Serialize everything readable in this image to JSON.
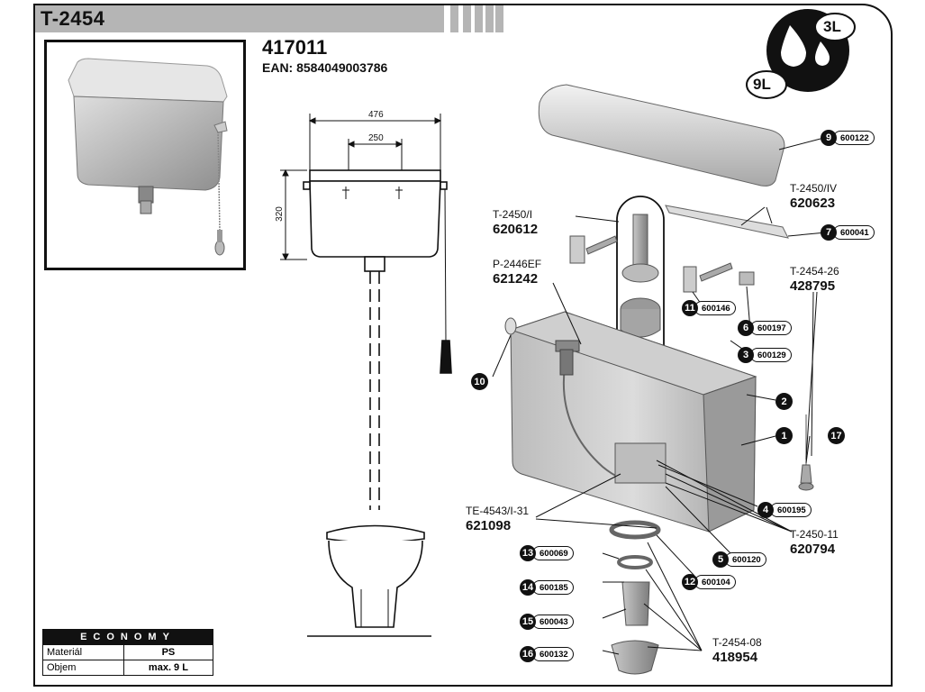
{
  "header": {
    "title": "T-2454"
  },
  "product": {
    "code": "417011",
    "ean": "EAN: 8584049003786"
  },
  "dimensions": {
    "width": "476",
    "spacing": "250",
    "height": "320"
  },
  "badges": {
    "small": "3L",
    "large": "9L"
  },
  "sets": [
    {
      "id": "t2450i",
      "name": "T-2450/I",
      "code": "620612"
    },
    {
      "id": "p2446ef",
      "name": "P-2446EF",
      "code": "621242"
    },
    {
      "id": "t2450iv",
      "name": "T-2450/IV",
      "code": "620623"
    },
    {
      "id": "t245426",
      "name": "T-2454-26",
      "code": "428795"
    },
    {
      "id": "te4543",
      "name": "TE-4543/I-31",
      "code": "621098"
    },
    {
      "id": "t245011",
      "name": "T-2450-11",
      "code": "620794"
    },
    {
      "id": "t245408",
      "name": "T-2454-08",
      "code": "418954"
    }
  ],
  "parts": [
    {
      "num": "9",
      "code": "600122"
    },
    {
      "num": "7",
      "code": "600041"
    },
    {
      "num": "11",
      "code": "600146"
    },
    {
      "num": "6",
      "code": "600197"
    },
    {
      "num": "3",
      "code": "600129"
    },
    {
      "num": "4",
      "code": "600195"
    },
    {
      "num": "5",
      "code": "600120"
    },
    {
      "num": "12",
      "code": "600104"
    },
    {
      "num": "13",
      "code": "600069"
    },
    {
      "num": "14",
      "code": "600185"
    },
    {
      "num": "15",
      "code": "600043"
    },
    {
      "num": "16",
      "code": "600132"
    }
  ],
  "callouts": [
    "10",
    "2",
    "1",
    "17"
  ],
  "table": {
    "heading": "ECONOMY",
    "rows": [
      {
        "label": "Materiál",
        "value": "PS"
      },
      {
        "label": "Objem",
        "value": "max. 9 L"
      }
    ]
  }
}
